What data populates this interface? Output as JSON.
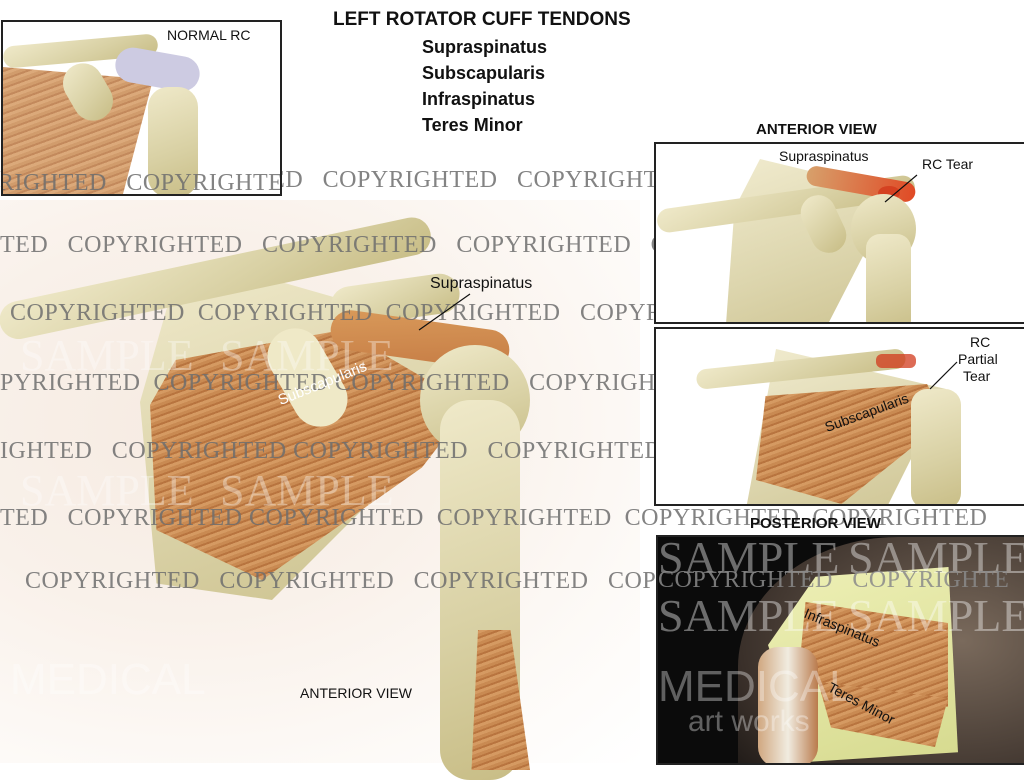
{
  "header": {
    "title": "LEFT ROTATOR CUFF TENDONS",
    "tendons": [
      "Supraspinatus",
      "Subscapularis",
      "Infraspinatus",
      "Teres Minor"
    ]
  },
  "inset_normal": {
    "label": "NORMAL RC"
  },
  "main_view": {
    "view_label": "ANTERIOR VIEW",
    "labels": {
      "supraspinatus": "Supraspinatus",
      "subscapularis": "Subscapularis"
    }
  },
  "anterior_tear_panel": {
    "heading": "ANTERIOR VIEW",
    "labels": {
      "supraspinatus": "Supraspinatus",
      "tear": "RC Tear"
    }
  },
  "partial_tear_panel": {
    "labels": {
      "tear_line1": "RC",
      "tear_line2": "Partial",
      "tear_line3": "Tear",
      "subscapularis": "Subscapularis"
    }
  },
  "posterior_panel": {
    "heading": "POSTERIOR VIEW",
    "labels": {
      "infraspinatus": "Infraspinatus",
      "teres_minor": "Teres Minor"
    }
  },
  "watermark": {
    "text": "COPYRIGHTED",
    "sample": "SAMPLE",
    "brand": "MEDICAL",
    "brand_sub": "art works"
  },
  "colors": {
    "bone": "#e6dfba",
    "muscle": "#c27e48",
    "tear": "#d23a1c",
    "cartilage": "#c9c6dc",
    "watermark": "#6e6e6e",
    "posterior_bg": "#0b0b0b"
  }
}
